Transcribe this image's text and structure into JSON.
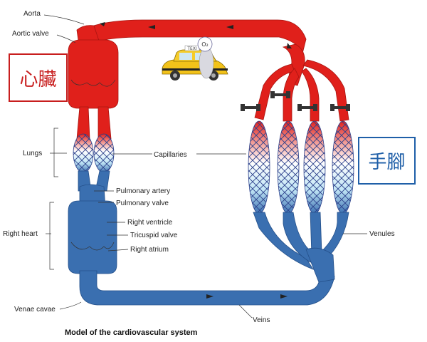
{
  "labels": {
    "aorta": "Aorta",
    "aortic_valve": "Aortic valve",
    "lungs": "Lungs",
    "capillaries": "Capillaries",
    "pulmonary_artery": "Pulmonary artery",
    "pulmonary_valve": "Pulmonary valve",
    "right_heart": "Right heart",
    "right_ventricle": "Right ventricle",
    "tricuspid_valve": "Tricuspid valve",
    "right_atrium": "Right atrium",
    "venae_cavae": "Venae cavae",
    "veins": "Veins",
    "venules": "Venules"
  },
  "title": "Model of the cardiovascular system",
  "annotations": {
    "heart_box": "心臟",
    "limbs_box": "手腳",
    "taxi_sign": "TEXI",
    "oxygen": "O₂"
  },
  "colors": {
    "arterial": "#e0201b",
    "venous": "#3a6fb0",
    "heart_box_border": "#c81e1e",
    "limbs_box_border": "#1f5fa8",
    "taxi": "#f2c21a"
  }
}
